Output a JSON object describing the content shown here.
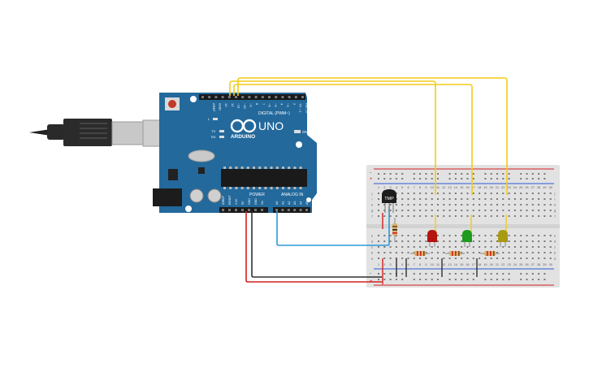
{
  "arduino": {
    "brand": "ARDUINO",
    "model": "UNO",
    "on_label": "ON",
    "l_label": "L",
    "tx_label": "TX",
    "rx_label": "RX",
    "aref_label": "AREF",
    "gnd_label": "GND",
    "digital_label": "DIGITAL (PWM~)",
    "power_label": "POWER",
    "analog_label": "ANALOG IN",
    "digital_pins": [
      "13",
      "12",
      "~11",
      "~10",
      "~9",
      "8",
      "7",
      "~6",
      "~5",
      "4",
      "~3",
      "2",
      "TX→1",
      "RX←0"
    ],
    "power_pins": [
      "IOREF",
      "RESET",
      "3.3V",
      "5V",
      "GND",
      "GND",
      "Vin"
    ],
    "analog_pins": [
      "A0",
      "A1",
      "A2",
      "A3",
      "A4",
      "A5"
    ]
  },
  "breadboard": {
    "column_numbers": [
      "1",
      "2",
      "3",
      "4",
      "5",
      "6",
      "7",
      "8",
      "9",
      "10",
      "11",
      "12",
      "13",
      "14",
      "15",
      "16",
      "17",
      "18",
      "19",
      "20",
      "21",
      "22",
      "23",
      "24",
      "25",
      "26",
      "27",
      "28",
      "29",
      "30"
    ],
    "row_letters_top": [
      "j",
      "i",
      "h",
      "g",
      "f"
    ],
    "row_letters_bottom": [
      "e",
      "d",
      "c",
      "b",
      "a"
    ],
    "rail_plus": "+",
    "rail_minus": "-"
  },
  "sensor": {
    "label": "TMP"
  },
  "leds": [
    {
      "color_name": "red",
      "color": "#b3140f"
    },
    {
      "color_name": "green",
      "color": "#1e9a1e"
    },
    {
      "color_name": "yellow",
      "color": "#a89a12"
    }
  ],
  "wire_colors": {
    "signal": "#f2cc19",
    "power": "#d42020",
    "ground": "#303030",
    "analog": "#2a9ad8"
  },
  "colors": {
    "board": "#23699c",
    "board_dark": "#1a527c",
    "breadboard": "#e2e2e2",
    "rail_red": "#d42020",
    "rail_blue": "#2a5ad8"
  }
}
